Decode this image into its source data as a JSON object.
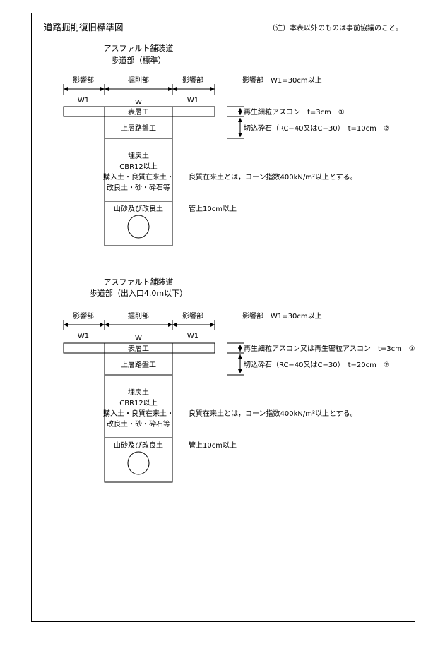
{
  "header": {
    "title": "道路掘削復旧標準図",
    "note": "（注）本表以外のものは事前協議のこと。"
  },
  "sections": [
    {
      "title_line1": "アスファルト舗装道",
      "title_line2": "歩道部（標準）",
      "dims": {
        "left_zone": "影響部",
        "center_zone": "掘削部",
        "right_zone": "影響部",
        "left_w": "W1",
        "center_w": "W",
        "right_w": "W1",
        "influence_note": "影響部　W1=30cm以上"
      },
      "layers": {
        "surface": "表層工",
        "base": "上層路盤工",
        "backfill_1": "埋戻土",
        "backfill_2": "CBR12以上",
        "backfill_3": "購入土・良質在来土・",
        "backfill_4": "改良土・砂・砕石等",
        "pipe_zone": "山砂及び改良土"
      },
      "notes": {
        "surface": "再生細粒アスコン　t=3cm　①",
        "base": "切込砕石（RC−40又はC−30）　t=10cm　②",
        "soil": "良質在来土とは，コーン指数400kN/m²以上とする。",
        "pipe": "管上10cm以上"
      }
    },
    {
      "title_line1": "アスファルト舗装道",
      "title_line2": "歩道部（出入口4.0m以下）",
      "dims": {
        "left_zone": "影響部",
        "center_zone": "掘削部",
        "right_zone": "影響部",
        "left_w": "W1",
        "center_w": "W",
        "right_w": "W1",
        "influence_note": "影響部　W1=30cm以上"
      },
      "layers": {
        "surface": "表層工",
        "base": "上層路盤工",
        "backfill_1": "埋戻土",
        "backfill_2": "CBR12以上",
        "backfill_3": "購入土・良質在来土・",
        "backfill_4": "改良土・砂・砕石等",
        "pipe_zone": "山砂及び改良土"
      },
      "notes": {
        "surface": "再生細粒アスコン又は再生密粒アスコン　t=3cm　①",
        "base": "切込砕石（RC−40又はC−30）　t=20cm　②",
        "soil": "良質在来土とは，コーン指数400kN/m²以上とする。",
        "pipe": "管上10cm以上"
      }
    }
  ]
}
